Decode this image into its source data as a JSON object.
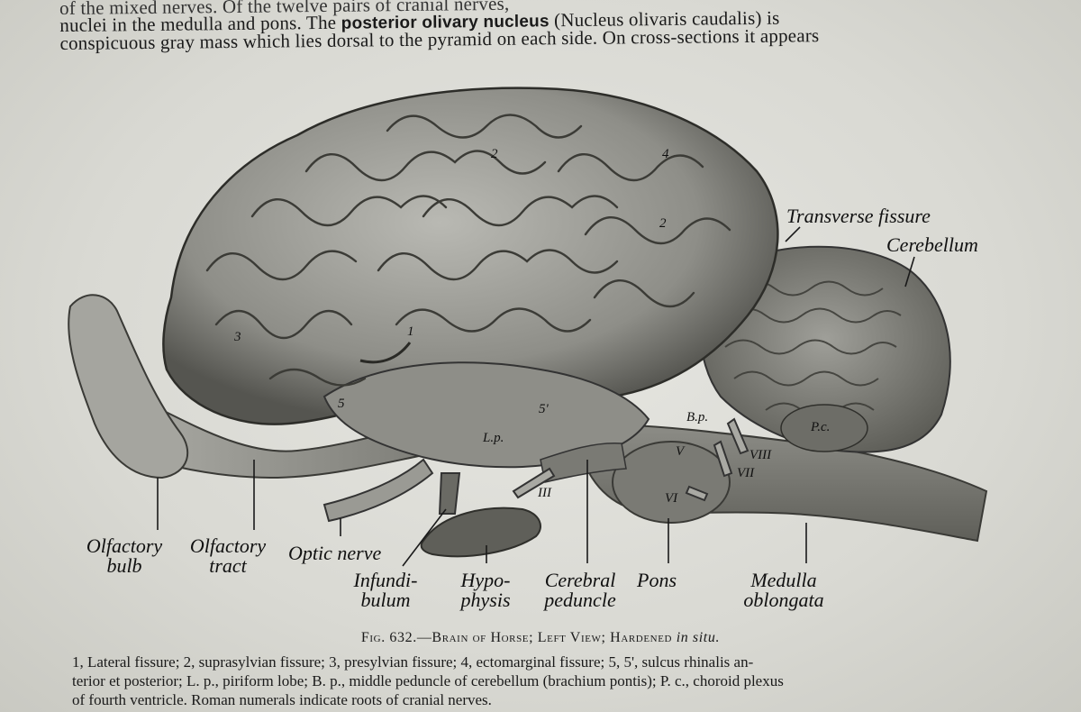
{
  "top_text": {
    "line1": "of the mixed nerves.   Of the twelve pairs of cranial nerves,",
    "line2_a": "nuclei in the medulla and pons.   The ",
    "line2_bold": "posterior olivary nucleus",
    "line2_b": " (Nucleus olivaris caudalis) is",
    "line3": "conspicuous gray mass which lies dorsal to the pyramid on each side.   On cross-sections it appears"
  },
  "figure_labels": {
    "transverse_fissure": "Transverse fissure",
    "cerebellum": "Cerebellum",
    "olfactory_bulb_1": "Olfactory",
    "olfactory_bulb_2": "bulb",
    "olfactory_tract_1": "Olfactory",
    "olfactory_tract_2": "tract",
    "optic_nerve": "Optic nerve",
    "infundibulum_1": "Infundi-",
    "infundibulum_2": "bulum",
    "hypophysis_1": "Hypo-",
    "hypophysis_2": "physis",
    "cerebral_peduncle_1": "Cerebral",
    "cerebral_peduncle_2": "peduncle",
    "pons": "Pons",
    "medulla_1": "Medulla",
    "medulla_2": "oblongata"
  },
  "figure_marks": {
    "n2a": "2",
    "n4": "4",
    "n2b": "2",
    "n3": "3",
    "n1": "1",
    "n5": "5",
    "n5p": "5'",
    "lp": "L.p.",
    "bp": "B.p.",
    "pc": "P.c.",
    "v": "V",
    "viii": "VIII",
    "vii": "VII",
    "vi": "VI",
    "iii": "III"
  },
  "caption": {
    "fig": "Fig. 632.",
    "title": "—Brain of Horse; Left View; Hardened ",
    "insitu": "in situ."
  },
  "legend": {
    "line1": "1, Lateral fissure;  2, suprasylvian fissure;  3, presylvian fissure;  4, ectomarginal fissure;  5, 5', sulcus rhinalis an-",
    "line2": "terior et posterior;  L. p., piriform lobe;  B. p., middle peduncle of cerebellum (brachium pontis);  P. c., choroid plexus",
    "line3": "of fourth ventricle.   Roman numerals indicate roots of cranial nerves."
  }
}
